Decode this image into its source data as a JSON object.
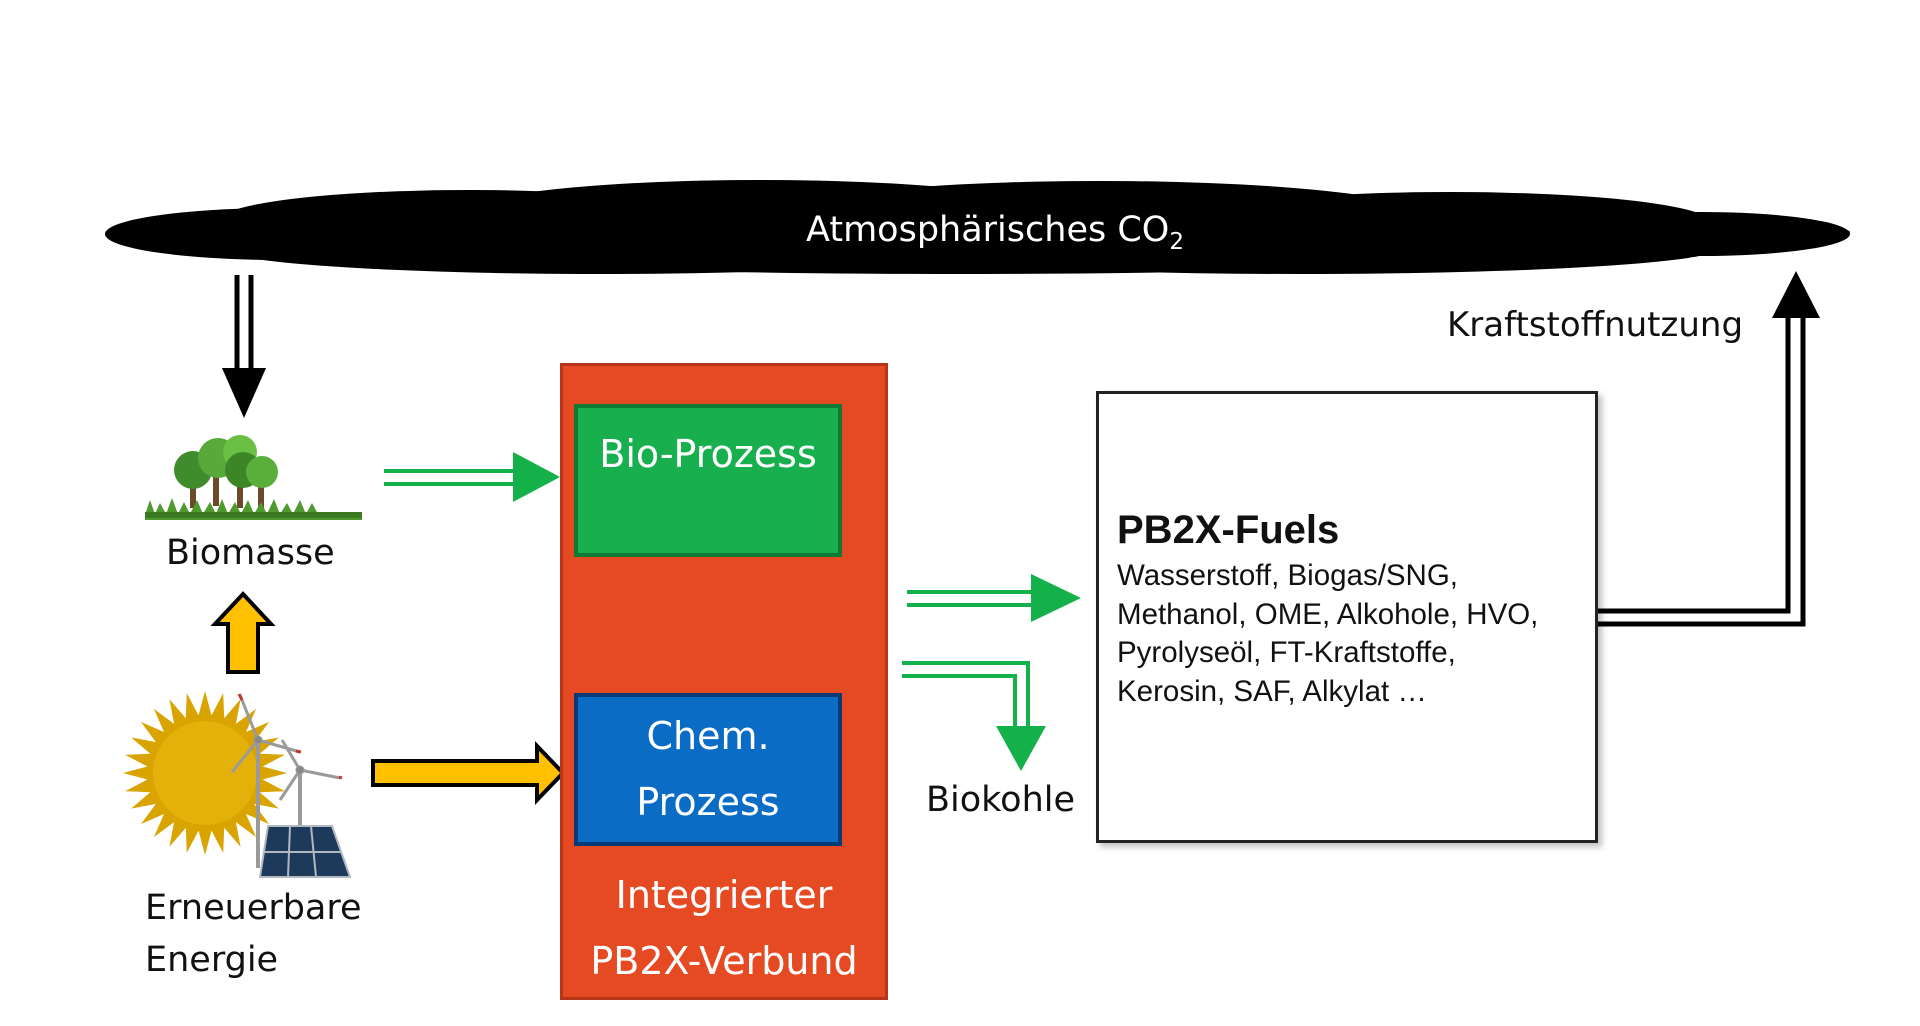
{
  "cloud": {
    "label": "Atmosphärisches CO",
    "subscript": "2"
  },
  "labels": {
    "biomasse": "Biomasse",
    "erneuerbare_line1": "Erneuerbare",
    "erneuerbare_line2": "Energie",
    "kraftstoffnutzung": "Kraftstoffnutzung",
    "biokohle": "Biokohle"
  },
  "verbund": {
    "bio_process": "Bio-Prozess",
    "chem_process_line1": "Chem.",
    "chem_process_line2": "Prozess",
    "label_line1": "Integrierter",
    "label_line2": "PB2X-Verbund"
  },
  "fuels": {
    "title": "PB2X-Fuels",
    "lines": [
      "Wasserstoff, Biogas/SNG,",
      "Methanol, OME, Alkohole, HVO,",
      "Pyrolyseöl, FT-Kraftstoffe,",
      "Kerosin, SAF, Alkylat …"
    ]
  },
  "colors": {
    "verbund": "#e64a22",
    "bio": "#18b04e",
    "chem": "#0a6cc4",
    "green_arrow": "#14b04a",
    "yellow_arrow": "#ffc000",
    "sun": "#d9a300"
  }
}
